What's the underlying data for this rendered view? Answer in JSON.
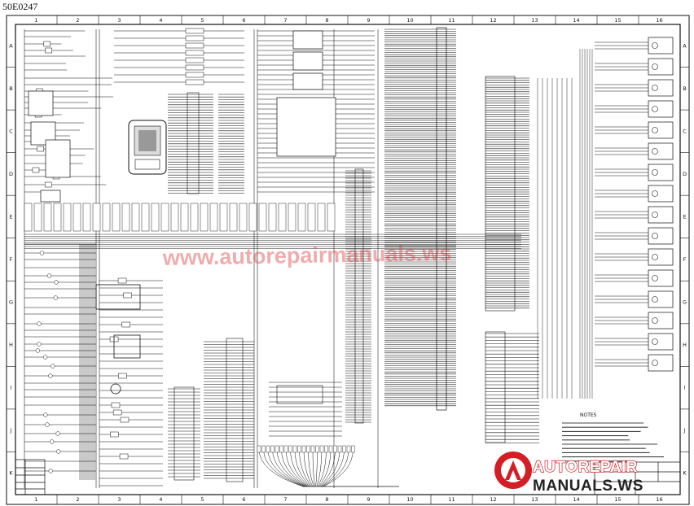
{
  "doc_id": "50E0247",
  "frame": {
    "columns": [
      "1",
      "2",
      "3",
      "4",
      "5",
      "6",
      "7",
      "8",
      "9",
      "10",
      "11",
      "12",
      "13",
      "14",
      "15",
      "16"
    ],
    "rows": [
      "A",
      "B",
      "C",
      "D",
      "E",
      "F",
      "G",
      "H",
      "I",
      "J",
      "K"
    ]
  },
  "notes_heading": "NOTES",
  "watermark": "www.autorepairmanuals.ws",
  "logo": {
    "line1": "AUTOREPAIR",
    "line2": "MANUALS.WS"
  },
  "colors": {
    "ink": "#111111",
    "logo_red": "#d31e25",
    "watermark_red": "#e04848"
  }
}
